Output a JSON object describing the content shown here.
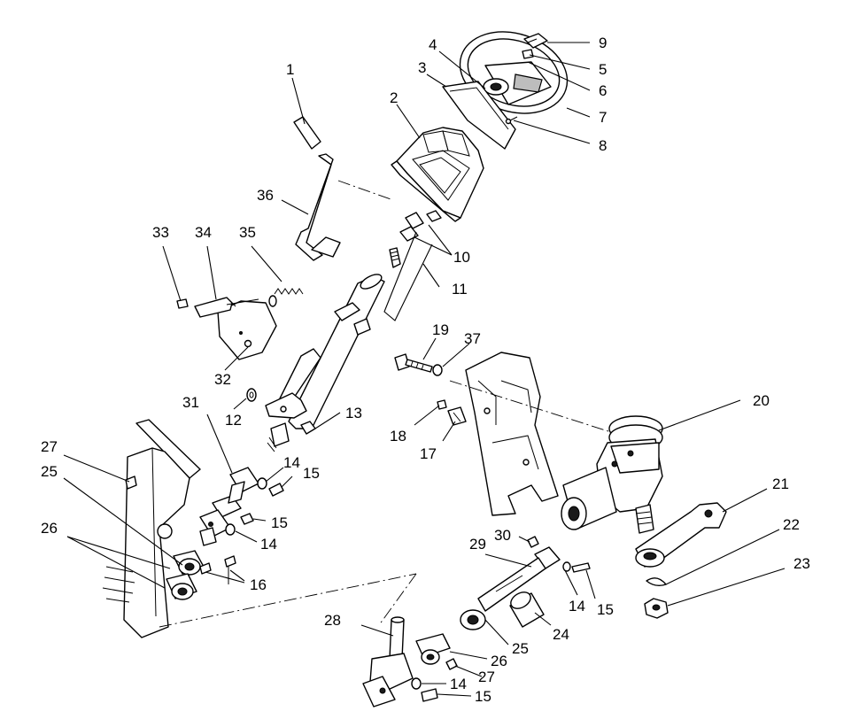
{
  "callouts": [
    {
      "id": "c1",
      "text": "1"
    },
    {
      "id": "c2",
      "text": "2"
    },
    {
      "id": "c3",
      "text": "3"
    },
    {
      "id": "c4",
      "text": "4"
    },
    {
      "id": "c5",
      "text": "5"
    },
    {
      "id": "c6",
      "text": "6"
    },
    {
      "id": "c7",
      "text": "7"
    },
    {
      "id": "c8",
      "text": "8"
    },
    {
      "id": "c9",
      "text": "9"
    },
    {
      "id": "c10",
      "text": "10"
    },
    {
      "id": "c11",
      "text": "11"
    },
    {
      "id": "c12",
      "text": "12"
    },
    {
      "id": "c13",
      "text": "13"
    },
    {
      "id": "c14a",
      "text": "14"
    },
    {
      "id": "c15a",
      "text": "15"
    },
    {
      "id": "c15b",
      "text": "15"
    },
    {
      "id": "c14b",
      "text": "14"
    },
    {
      "id": "c16",
      "text": "16"
    },
    {
      "id": "c17",
      "text": "17"
    },
    {
      "id": "c18",
      "text": "18"
    },
    {
      "id": "c19",
      "text": "19"
    },
    {
      "id": "c37",
      "text": "37"
    },
    {
      "id": "c20",
      "text": "20"
    },
    {
      "id": "c21",
      "text": "21"
    },
    {
      "id": "c22",
      "text": "22"
    },
    {
      "id": "c23",
      "text": "23"
    },
    {
      "id": "c24",
      "text": "24"
    },
    {
      "id": "c25a",
      "text": "25"
    },
    {
      "id": "c26a",
      "text": "26"
    },
    {
      "id": "c27a",
      "text": "27"
    },
    {
      "id": "c25b",
      "text": "25"
    },
    {
      "id": "c26b",
      "text": "26"
    },
    {
      "id": "c27b",
      "text": "27"
    },
    {
      "id": "c28",
      "text": "28"
    },
    {
      "id": "c29",
      "text": "29"
    },
    {
      "id": "c30",
      "text": "30"
    },
    {
      "id": "c14c",
      "text": "14"
    },
    {
      "id": "c15c",
      "text": "15"
    },
    {
      "id": "c14d",
      "text": "14"
    },
    {
      "id": "c15d",
      "text": "15"
    },
    {
      "id": "c31",
      "text": "31"
    },
    {
      "id": "c32",
      "text": "32"
    },
    {
      "id": "c33",
      "text": "33"
    },
    {
      "id": "c34",
      "text": "34"
    },
    {
      "id": "c35",
      "text": "35"
    },
    {
      "id": "c36",
      "text": "36"
    }
  ]
}
